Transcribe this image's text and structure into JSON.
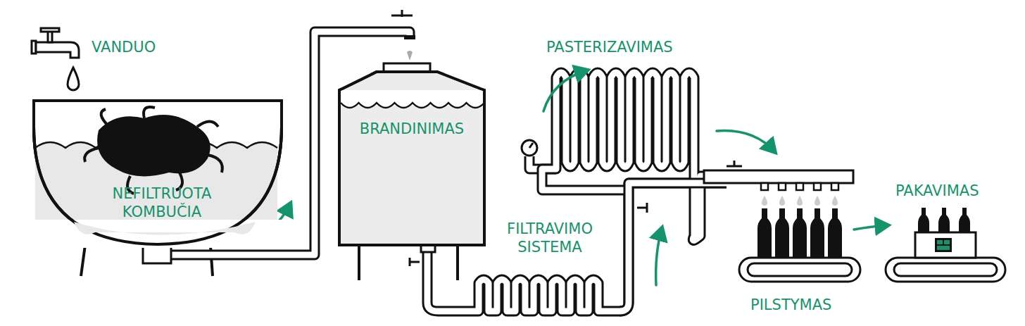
{
  "diagram": {
    "nodes": [
      {
        "text": [
          "NEFILTRUOTA KOMBUČIA"
        ]
      },
      {
        "text": [
          "BRANDINIMAS"
        ]
      }
    ],
    "edges": [
      {
        "from": 0,
        "to": 1,
        "arrow": "to"
      }
    ],
    "labels": [
      "VANDUO",
      "PASTERIZAVIMAS",
      "FILTRAVIMO SISTEMA",
      "PILSTYMAS",
      "PAKAVIMAS"
    ]
  }
}
